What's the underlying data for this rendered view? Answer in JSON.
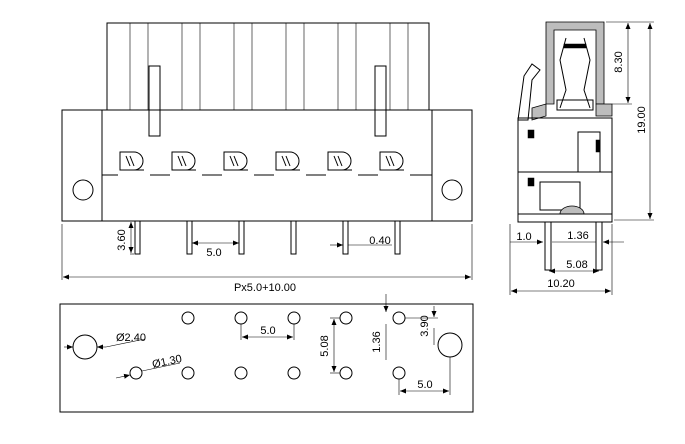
{
  "front_view": {
    "pin_length": "3.60",
    "pitch": "5.0",
    "pin_thickness": "0.40",
    "total_length": "Px5.0+10.00"
  },
  "side_view": {
    "top_height": "8.30",
    "total_height": "19.00",
    "left_offset": "1.0",
    "pin_offset": "1.36",
    "pin_spacing": "5.08",
    "width": "10.20"
  },
  "pcb_layout": {
    "mount_hole_diameter": "Ø2.40",
    "pin_hole_diameter": "Ø1.30",
    "pitch": "5.0",
    "row_spacing": "5.08",
    "row_offset": "1.36",
    "mount_hole_offset": "3.90",
    "edge_pitch": "5.0"
  }
}
